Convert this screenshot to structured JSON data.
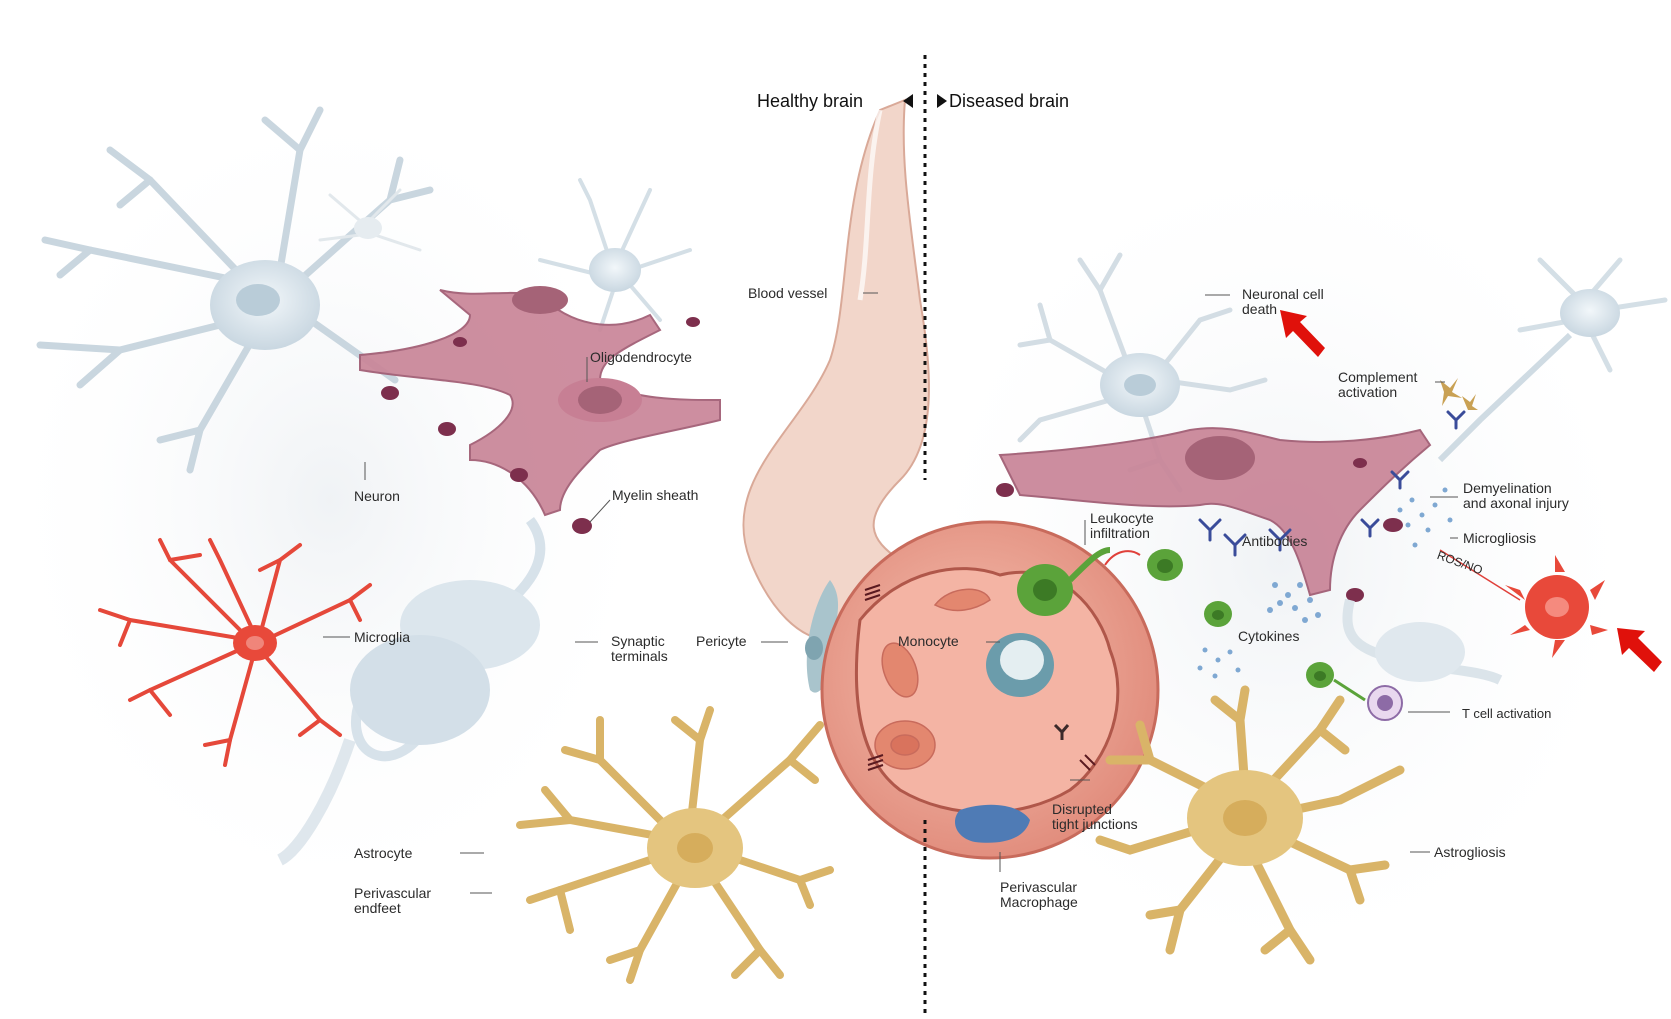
{
  "header": {
    "left_label": "Healthy brain",
    "right_label": "Diseased brain"
  },
  "labels": {
    "blood_vessel": "Blood vessel",
    "oligodendrocyte": "Oligodendrocyte",
    "neuron": "Neuron",
    "myelin_sheath": "Myelin sheath",
    "microglia": "Microglia",
    "synaptic_terminals": "Synaptic\nterminals",
    "pericyte": "Pericyte",
    "astrocyte": "Astrocyte",
    "perivascular_endfeet": "Perivascular\nendfeet",
    "monocyte": "Monocyte",
    "disrupted_tight_junctions": "Disrupted\ntight junctions",
    "perivascular_macrophage": "Perivascular\nMacrophage",
    "neuronal_cell_death": "Neuronal cell\ndeath",
    "complement_activation": "Complement\nactivation",
    "demyelination": "Demyelination\nand axonal injury",
    "leukocyte_infiltration": "Leukocyte\ninfiltration",
    "antibodies": "Antibodies",
    "microgliosis": "Microgliosis",
    "ros_no": "ROS/NO",
    "cytokines": "Cytokines",
    "t_cell_activation": "T cell activation",
    "astrogliosis": "Astrogliosis"
  },
  "colors": {
    "neuron": "#d6e2ea",
    "oligodendrocyte": "#b4697e",
    "myelin": "#8a3c5a",
    "microglia": "#e8493a",
    "astrocyte": "#d4b063",
    "vessel": "#f0cfc1",
    "vessel_section": "#e79b8a",
    "monocyte": "#6b9cab",
    "leukocyte": "#5ba33a",
    "antibody": "#3a4c9a",
    "cytokine": "#7fa8d2",
    "complement": "#c9a154",
    "t_cell": "#8d6ba6",
    "macrophage": "#4f7bb5",
    "arrow": "#e0110b"
  }
}
